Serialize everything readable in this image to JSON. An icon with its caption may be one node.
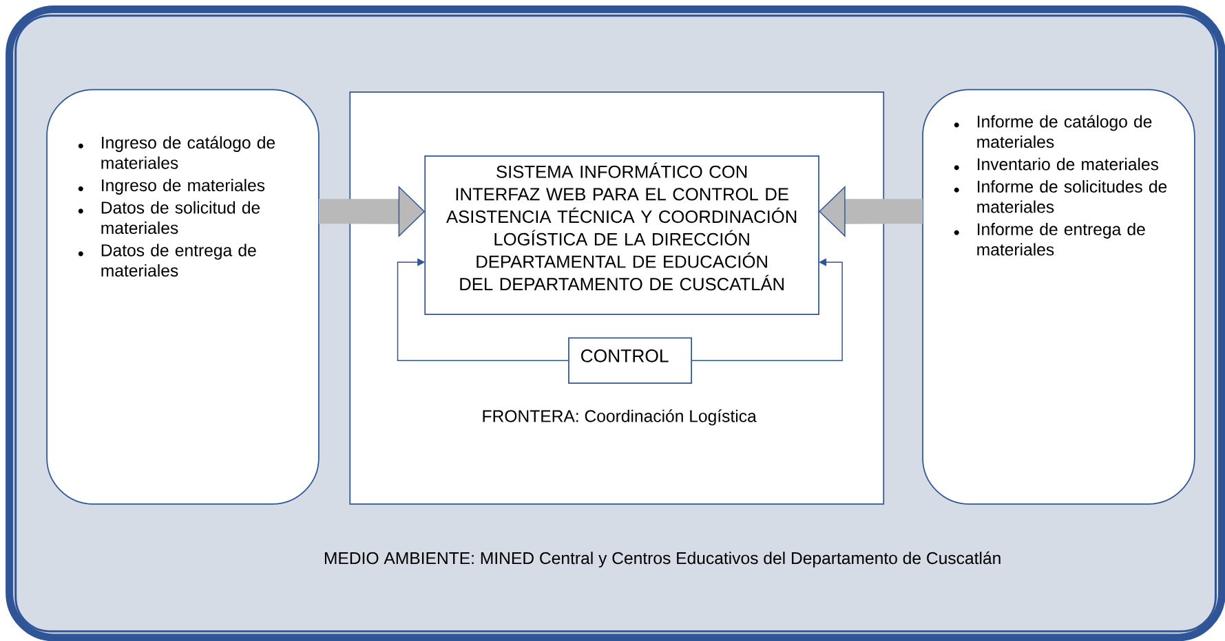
{
  "diagram": {
    "nodes": [
      {
        "text": [
          "MEDIO AMBIENTE: MINED Central y Centros Educativos del Departamento de Cuscatlán"
        ]
      },
      {
        "text": [
          "Ingreso de catálogo de materiales",
          "Ingreso de materiales",
          "Datos de solicitud de materiales",
          "Datos de entrega de materiales"
        ],
        "in": 0
      },
      {
        "text": [
          "FRONTERA: Coordinación Logística"
        ],
        "in": 0
      },
      {
        "text": [
          "SISTEMA INFORMÁTICO CON INTERFAZ WEB PARA EL CONTROL DE ASISTENCIA TÉCNICA Y COORDINACIÓN LOGÍSTICA DE LA DIRECCIÓN DEPARTAMENTAL DE EDUCACIÓN DEL DEPARTAMENTO DE CUSCATLÁN"
        ],
        "in": 2
      },
      {
        "text": [
          "CONTROL"
        ],
        "in": 2
      },
      {
        "text": [
          "Informe de catálogo de materiales",
          "Inventario de materiales",
          "Informe de solicitudes de materiales",
          "Informe de entrega de materiales"
        ],
        "in": 0
      }
    ],
    "edges": [
      {
        "from": 1,
        "to": 3,
        "arrow": "to",
        "style": "thick"
      },
      {
        "from": 5,
        "to": 3,
        "arrow": "to",
        "style": "thick"
      },
      {
        "from": 4,
        "to": 3,
        "arrow": "to",
        "color": "#2f5597"
      },
      {
        "from": 4,
        "to": 3,
        "arrow": "to",
        "color": "#2f5597"
      }
    ]
  }
}
